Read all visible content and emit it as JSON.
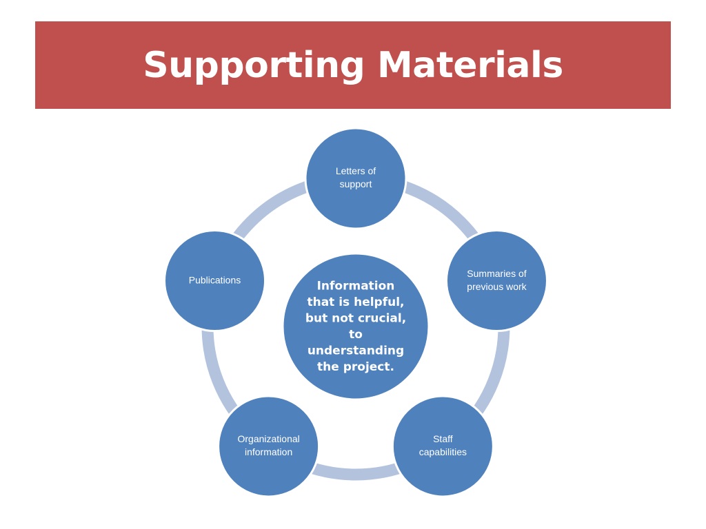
{
  "title": "Supporting Materials",
  "colors": {
    "title_bar": "#c0504d",
    "node_fill": "#4f81bd",
    "node_stroke": "#ffffff",
    "ring": "#b3c3de"
  },
  "center": {
    "lines": [
      "Information",
      "that is helpful,",
      "but not crucial,",
      "to",
      "understanding",
      "the project."
    ]
  },
  "nodes": [
    {
      "id": "letters-of-support",
      "lines": [
        "Letters of",
        "support"
      ]
    },
    {
      "id": "summaries-of-previous-work",
      "lines": [
        "Summaries of",
        "previous work"
      ]
    },
    {
      "id": "staff-capabilities",
      "lines": [
        "Staff",
        "capabilities"
      ]
    },
    {
      "id": "organizational-information",
      "lines": [
        "Organizational",
        "information"
      ]
    },
    {
      "id": "publications",
      "lines": [
        "Publications"
      ]
    }
  ]
}
